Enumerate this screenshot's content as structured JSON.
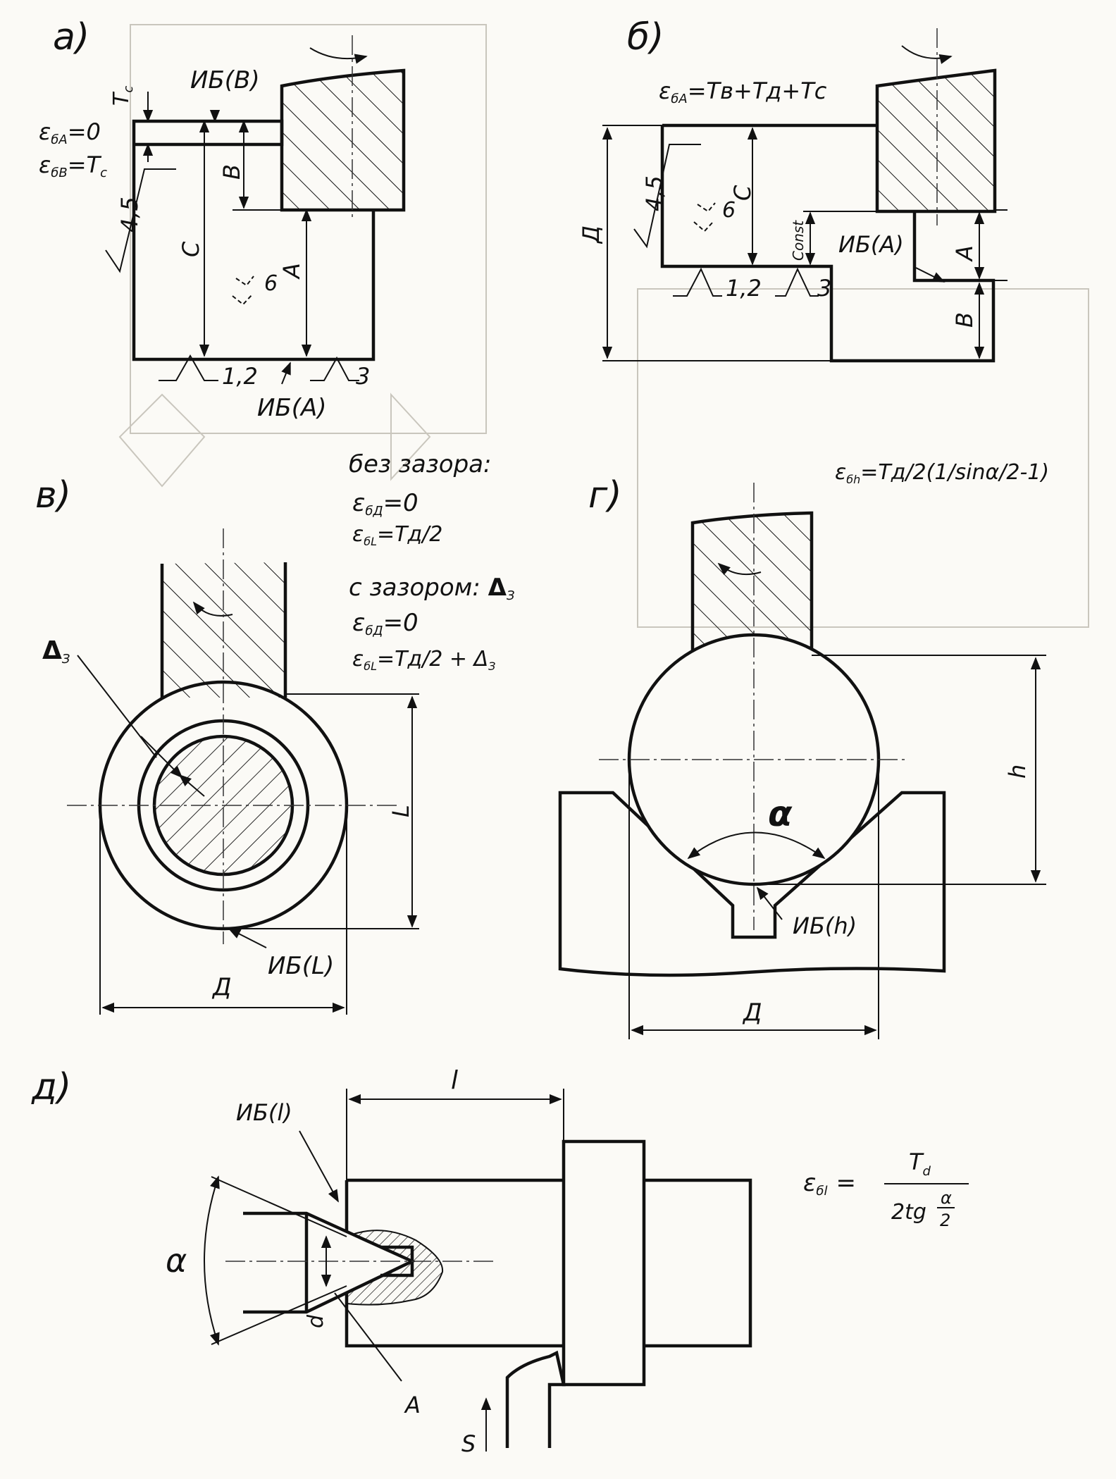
{
  "panels": {
    "a": {
      "letter": "а)",
      "labels": {
        "ib_b": "ИБ(В)",
        "ib_a": "ИБ(А)",
        "tc": "T",
        "tc_sub": "c",
        "eps_a": "ε",
        "eps_a_sub": "бА",
        "eps_a_val": "=0",
        "eps_b": "ε",
        "eps_b_sub": "бВ",
        "eps_b_val": "=T",
        "eps_b_val_sub": "c",
        "rough": "4,5",
        "dim_b": "В",
        "dim_c": "С",
        "dim_a": "А",
        "points": "1,2",
        "point3": "3",
        "point6": "6"
      }
    },
    "b": {
      "letter": "б)",
      "labels": {
        "formula": "ε",
        "formula_sub": "бА",
        "formula_rest": "=Tв+Tд+Tс",
        "rough": "4,5",
        "dim_d": "Д",
        "dim_c": "С",
        "const": "Const",
        "ib_a": "ИБ(А)",
        "dim_a": "А",
        "dim_b": "В",
        "points": "1,2",
        "point3": "3",
        "point6": "6"
      }
    },
    "v": {
      "letter": "в)",
      "labels": {
        "no_gap": "без зазора:",
        "e1": "ε",
        "e1_sub": "бД",
        "e1_val": "=0",
        "e2": "ε",
        "e2_sub": "бL",
        "e2_val": "=Tд/2",
        "with_gap": "с зазором:",
        "delta": "Δ",
        "delta_sub": "З",
        "e3": "ε",
        "e3_sub": "бД",
        "e3_val": "=0",
        "e4": "ε",
        "e4_sub": "бL",
        "e4_val": "=Tд/2 + Δ",
        "e4_sub2": "З",
        "delta_label": "Δ",
        "delta_label_sub": "З",
        "dim_l": "L",
        "dim_d": "Д",
        "ib_l": "ИБ(L)"
      }
    },
    "g": {
      "letter": "г)",
      "labels": {
        "formula": "ε",
        "formula_sub": "бh",
        "formula_rest": "=Tд/2(1/sinα/2-1)",
        "alpha": "α",
        "dim_h": "h",
        "ib_h": "ИБ(h)",
        "dim_d": "Д"
      }
    },
    "d": {
      "letter": "д)",
      "labels": {
        "ib_l": "ИБ(l)",
        "dim_l": "l",
        "alpha": "α",
        "dim_d": "d",
        "point_a": "А",
        "feed": "S",
        "formula_eps": "ε",
        "formula_sub": "бl",
        "formula_eq": "=",
        "formula_num": "T",
        "formula_num_sub": "d",
        "formula_den": "2tg",
        "formula_frac_top": "α",
        "formula_frac_bot": "2"
      }
    }
  },
  "colors": {
    "ink": "#111111",
    "paper": "#fbfaf6",
    "ghost": "#c9c6bd"
  }
}
